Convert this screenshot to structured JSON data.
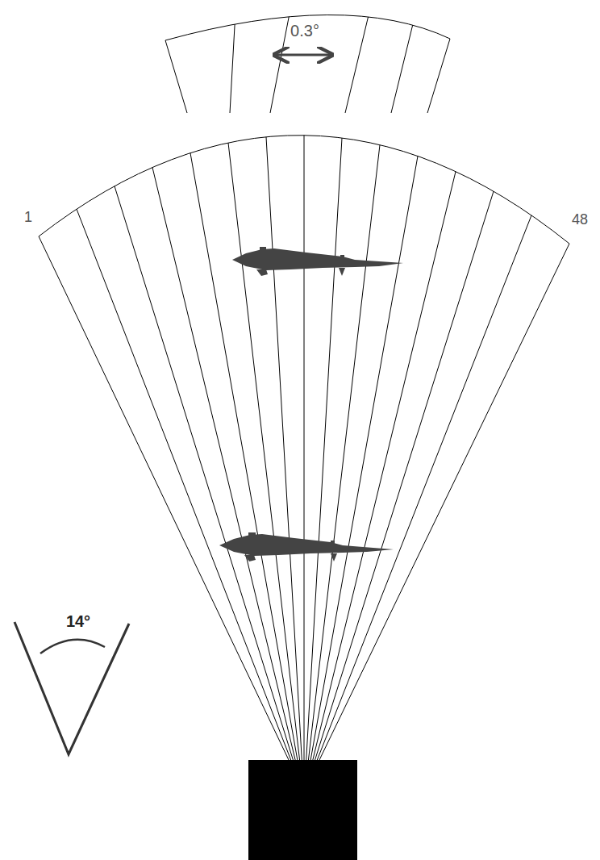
{
  "diagram": {
    "labels": [
      "0.3°",
      "1",
      "48",
      "14°"
    ]
  }
}
